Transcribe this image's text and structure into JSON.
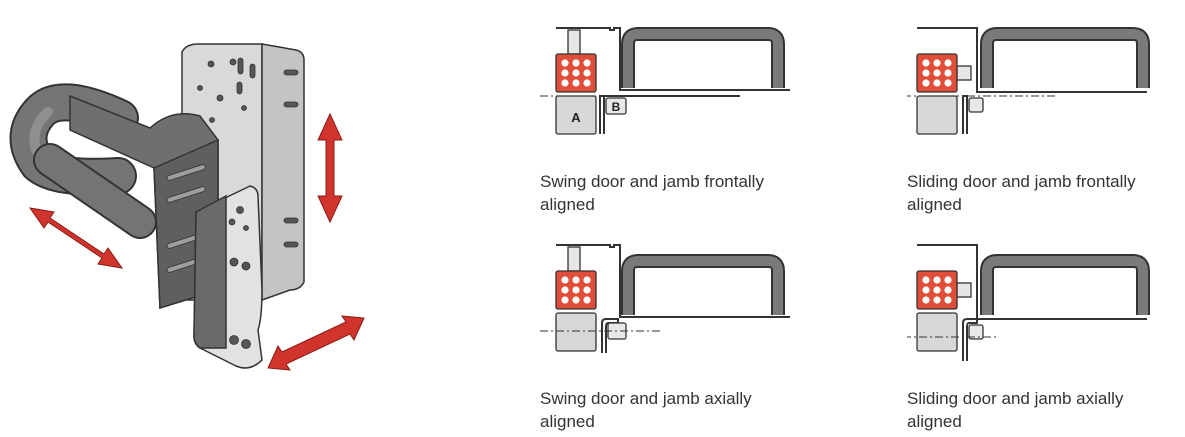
{
  "colors": {
    "accent_red": "#d0342c",
    "sensor_red": "#e04e39",
    "steel_dark": "#6e6e70",
    "steel_light": "#d8d8da",
    "outline": "#333333"
  },
  "main_figure": {
    "icons": [
      "bracket-assembly-icon",
      "adjust-arrow-icon"
    ]
  },
  "panels": [
    {
      "id": "swing-frontal",
      "caption_line1": "Swing door and jamb frontally",
      "caption_line2": "aligned",
      "label_a": "A",
      "label_b": "B"
    },
    {
      "id": "sliding-frontal",
      "caption_line1": "Sliding door and jamb frontally",
      "caption_line2": "aligned"
    },
    {
      "id": "swing-axial",
      "caption_line1": "Swing door and jamb axially",
      "caption_line2": "aligned"
    },
    {
      "id": "sliding-axial",
      "caption_line1": "Sliding door and jamb axially",
      "caption_line2": "aligned"
    }
  ]
}
